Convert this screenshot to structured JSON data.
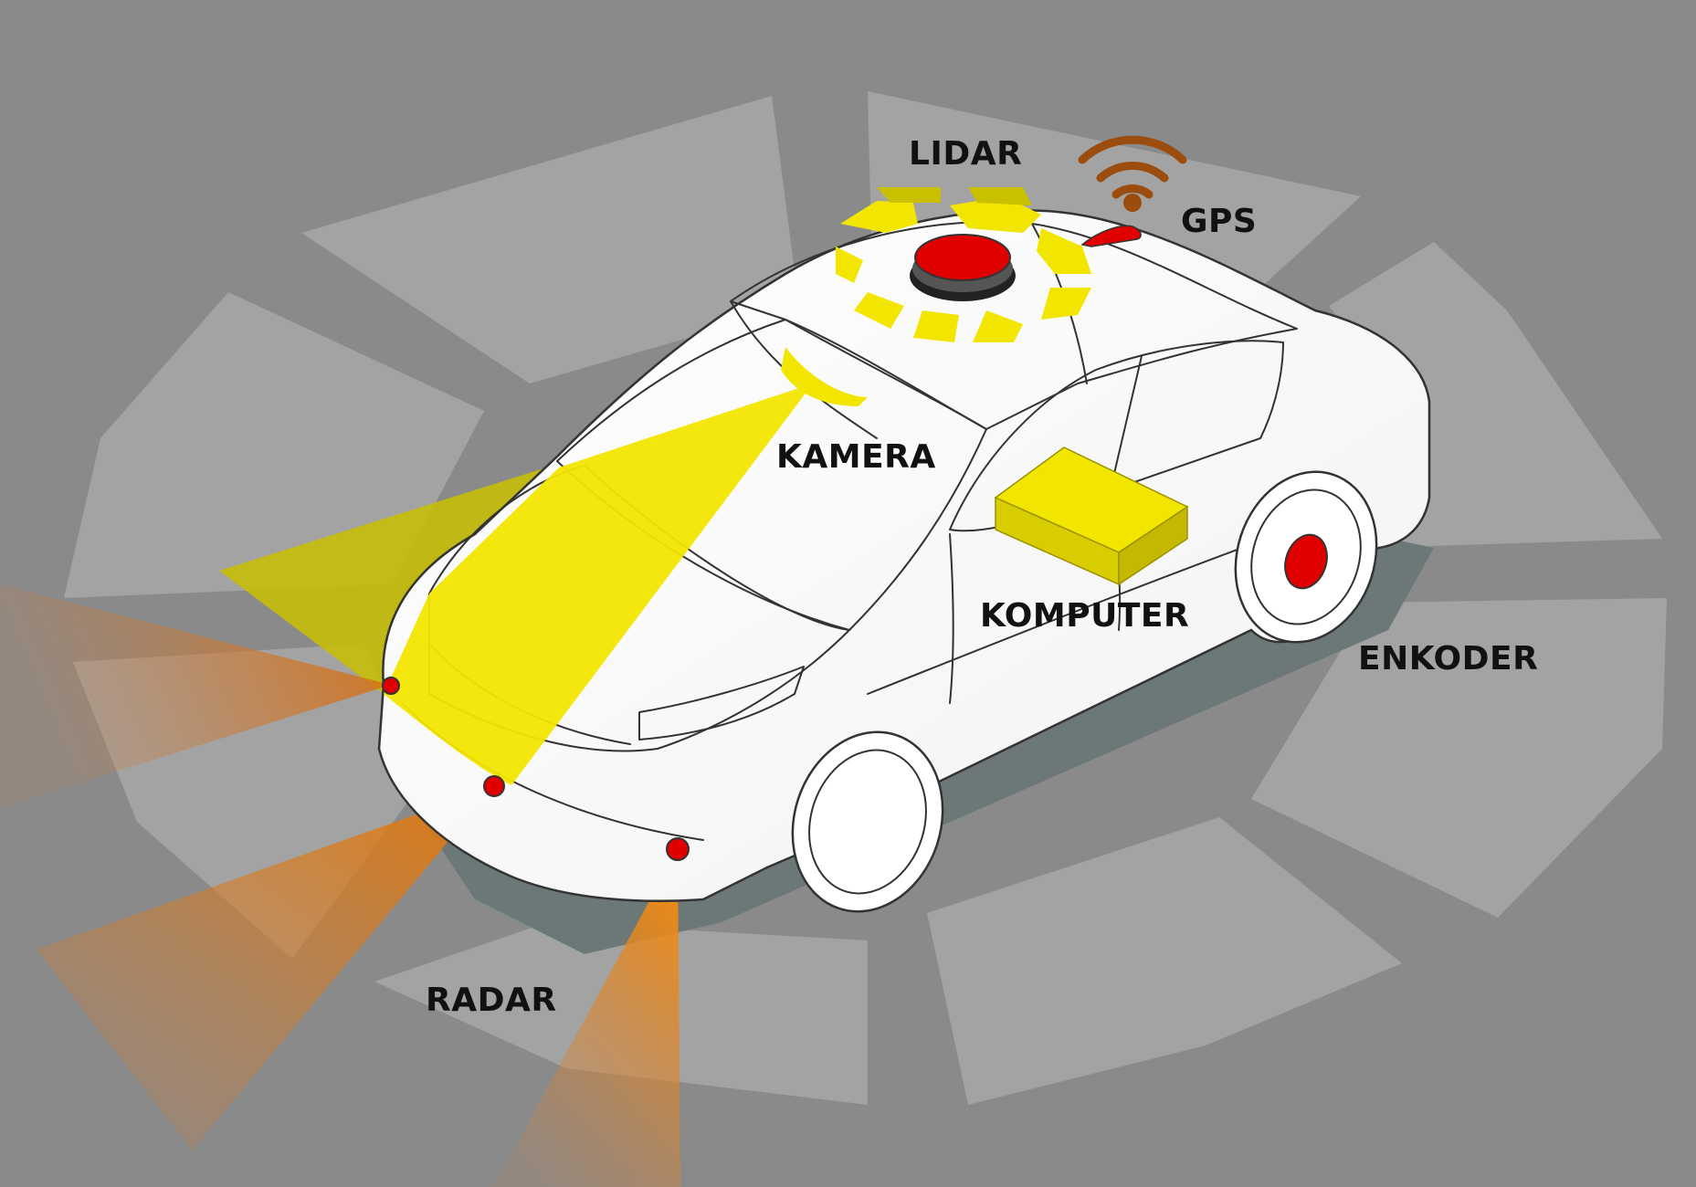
{
  "labels": {
    "lidar": "LIDAR",
    "gps": "GPS",
    "camera": "KAMERA",
    "computer": "KOMPUTER",
    "encoder": "ENKODER",
    "radar": "RADAR"
  },
  "icons": {
    "gps_signal": "wifi-signal-icon"
  },
  "colors": {
    "background": "#8a8a8a",
    "ring_segment": "#a3a3a3",
    "camera_beam": "#f2e600",
    "radar_beam": "#e07a10",
    "sensor_red": "#e10000",
    "gps_brown": "#9a4d0e",
    "car_body": "#ffffff"
  }
}
